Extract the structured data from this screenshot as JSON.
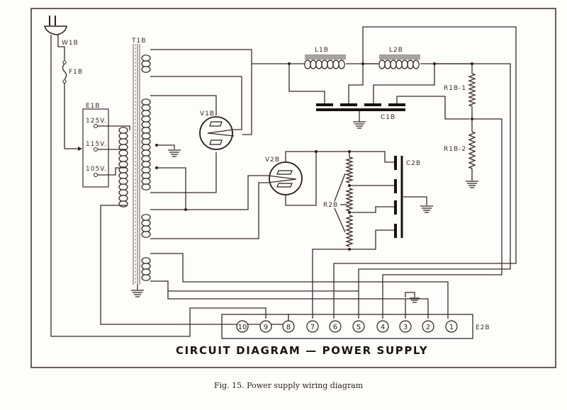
{
  "diagram": {
    "title": "CIRCUIT DIAGRAM — POWER SUPPLY",
    "caption": "Fig. 15.  Power supply wiring diagram",
    "components": {
      "plug": "",
      "line_cord": "W1B",
      "fuse": "F1B",
      "tap_board": "E1B",
      "transformer": "T1B",
      "rectifier_tube": "V1B",
      "regulator_tube": "V2B",
      "choke_1": "L1B",
      "choke_2": "L2B",
      "filter_capacitor": "C1B",
      "bypass_capacitor": "C2B",
      "bleeder_1": "R1B-1",
      "bleeder_2": "R1B-2",
      "divider": "R2B",
      "terminal_board": "E2B"
    },
    "taps": [
      "125V.",
      "115V.",
      "105V."
    ],
    "terminals": [
      "10",
      "9",
      "8",
      "7",
      "6",
      "5",
      "4",
      "3",
      "2",
      "1"
    ]
  }
}
